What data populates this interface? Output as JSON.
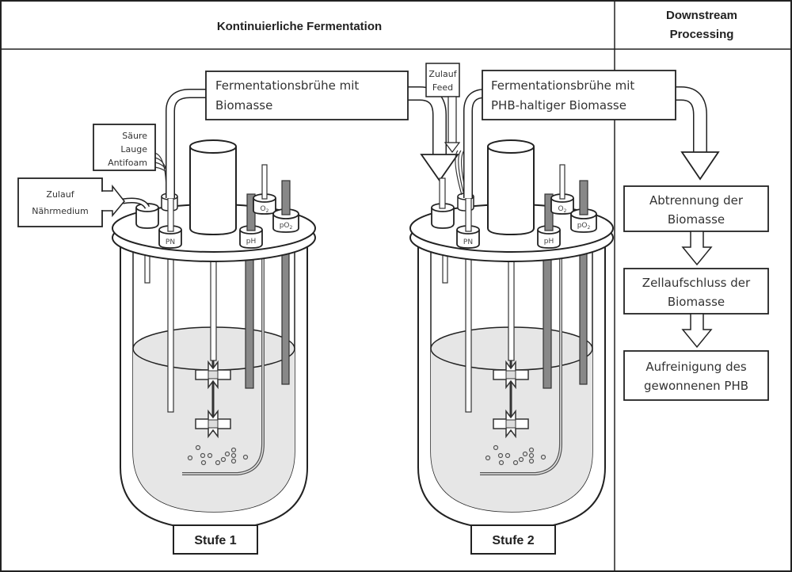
{
  "header": {
    "left_title": "Kontinuierliche Fermentation",
    "right_title_line1": "Downstream",
    "right_title_line2": "Processing"
  },
  "stage1": {
    "label": "Stufe 1",
    "inlet_feed": {
      "line1": "Zulauf",
      "line2": "Nährmedium"
    },
    "additives": {
      "line1": "Säure",
      "line2": "Lauge",
      "line3": "Antifoam"
    },
    "outflow": {
      "line1": "Fermentationsbrühe mit",
      "line2": "Biomasse"
    },
    "probes": [
      "PN",
      "pH",
      "O2",
      "pO2"
    ]
  },
  "stage2": {
    "label": "Stufe 2",
    "inlet_feed": {
      "line1": "Zulauf",
      "line2": "Feed"
    },
    "outflow": {
      "line1": "Fermentationsbrühe mit",
      "line2": "PHB-haltiger Biomasse"
    },
    "probes": [
      "PN",
      "pH",
      "O2",
      "pO2"
    ]
  },
  "downstream": {
    "steps": [
      {
        "line1": "Abtrennung der",
        "line2": "Biomasse"
      },
      {
        "line1": "Zellaufschluss der",
        "line2": "Biomasse"
      },
      {
        "line1": "Aufreinigung des",
        "line2": "gewonnenen PHB"
      }
    ]
  },
  "colors": {
    "stroke": "#222222",
    "liquid": "#e6e6e6",
    "probe_dark": "#888888"
  }
}
